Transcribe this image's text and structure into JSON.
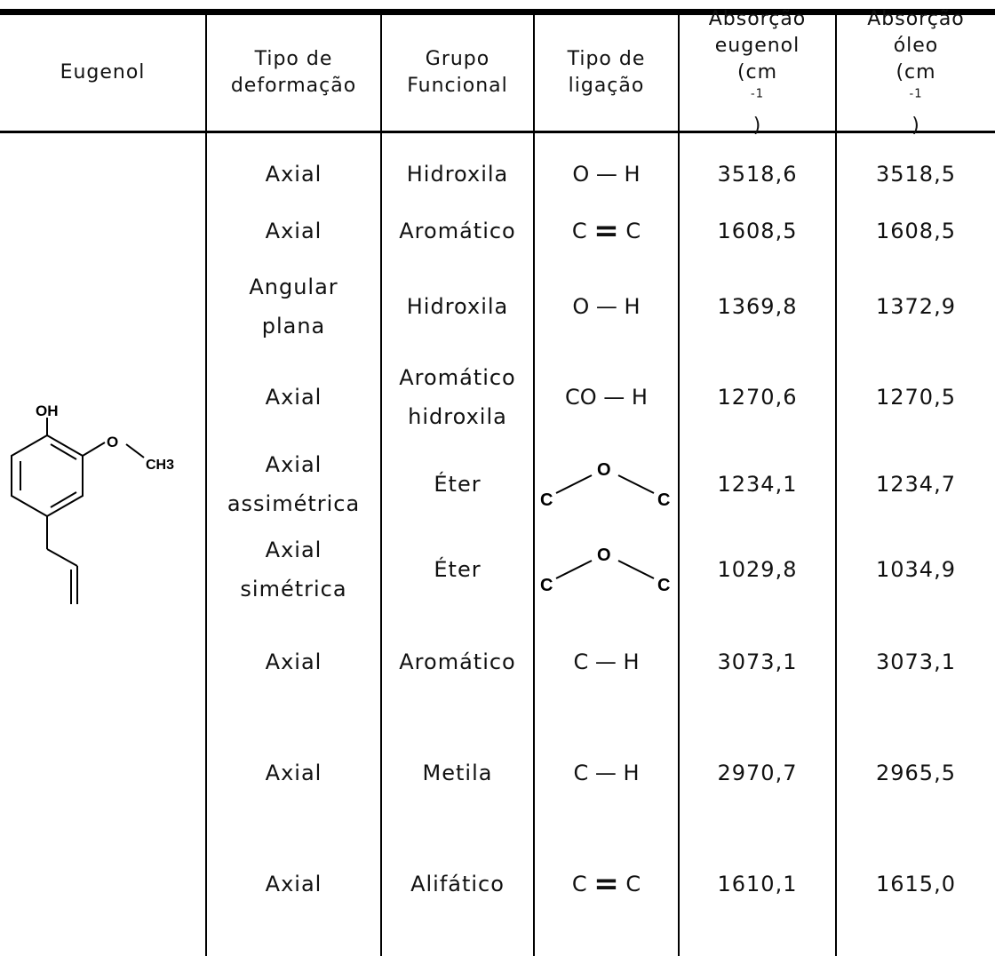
{
  "header": {
    "col1": "Eugenol",
    "col2": [
      "Tipo de",
      "deformação"
    ],
    "col3": [
      "Grupo",
      "Funcional"
    ],
    "col4": [
      "Tipo de",
      "ligação"
    ],
    "col5": [
      "Absorção",
      "eugenol",
      "(cm",
      "-1",
      ")"
    ],
    "col6": [
      "Absorção",
      "óleo",
      "(cm",
      "-1",
      ")"
    ]
  },
  "molecule": {
    "oh": "OH",
    "o": "O",
    "ch3": "CH3"
  },
  "ether_atoms": {
    "c": "C",
    "o": "O"
  },
  "rows": [
    {
      "deformation": [
        "Axial"
      ],
      "group": [
        "Hidroxila"
      ],
      "bond": "O — H",
      "eugenol": "3518,6",
      "oil": "3518,5"
    },
    {
      "deformation": [
        "Axial"
      ],
      "group": [
        "Aromático"
      ],
      "bond": "C = C",
      "eugenol": "1608,5",
      "oil": "1608,5"
    },
    {
      "deformation": [
        "Angular",
        "plana"
      ],
      "group": [
        "Hidroxila"
      ],
      "bond": "O — H",
      "eugenol": "1369,8",
      "oil": "1372,9"
    },
    {
      "deformation": [
        "Axial"
      ],
      "group": [
        "Aromático",
        "hidroxila"
      ],
      "bond": "CO — H",
      "eugenol": "1270,6",
      "oil": "1270,5"
    },
    {
      "deformation": [
        "Axial",
        "assimétrica"
      ],
      "group": [
        "Éter"
      ],
      "bond": "ether",
      "eugenol": "1234,1",
      "oil": "1234,7"
    },
    {
      "deformation": [
        "Axial",
        "simétrica"
      ],
      "group": [
        "Éter"
      ],
      "bond": "ether",
      "eugenol": "1029,8",
      "oil": "1034,9"
    },
    {
      "deformation": [
        "Axial"
      ],
      "group": [
        "Aromático"
      ],
      "bond": "C — H",
      "eugenol": "3073,1",
      "oil": "3073,1"
    },
    {
      "deformation": [
        "Axial"
      ],
      "group": [
        "Metila"
      ],
      "bond": "C — H",
      "eugenol": "2970,7",
      "oil": "2965,5"
    },
    {
      "deformation": [
        "Axial"
      ],
      "group": [
        "Alifático"
      ],
      "bond": "C = C",
      "eugenol": "1610,1",
      "oil": "1615,0"
    }
  ]
}
